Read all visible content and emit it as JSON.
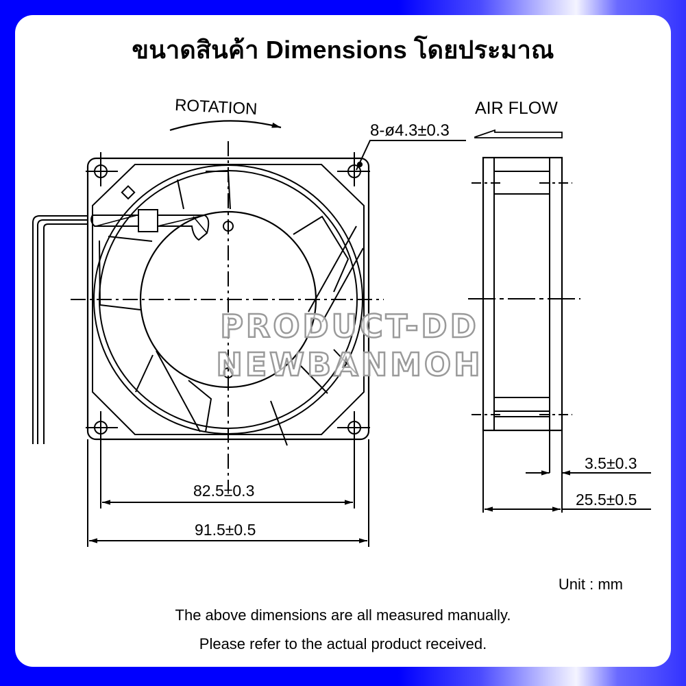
{
  "header": {
    "title": "ขนาดสินค้า Dimensions โดยประมาณ"
  },
  "drawing": {
    "front_view": {
      "rotation_label": "ROTATION",
      "hole_spec": "8-ø4.3±0.3",
      "hole_pitch": "82.5±0.3",
      "overall_width": "91.5±0.5"
    },
    "side_view": {
      "airflow_label": "AIR FLOW",
      "flange_thickness": "3.5±0.3",
      "overall_depth": "25.5±0.5"
    },
    "watermark": {
      "line1": "PRODUCT-DD",
      "line2": "NEWBANMOH"
    }
  },
  "footer": {
    "unit": "Unit : mm",
    "note_line1": "The above dimensions are all measured manually.",
    "note_line2": "Please refer to the actual product received."
  },
  "colors": {
    "border_blue": "#0000ff",
    "card_bg": "#ffffff",
    "line": "#000000",
    "watermark": "#9a9a9a"
  }
}
